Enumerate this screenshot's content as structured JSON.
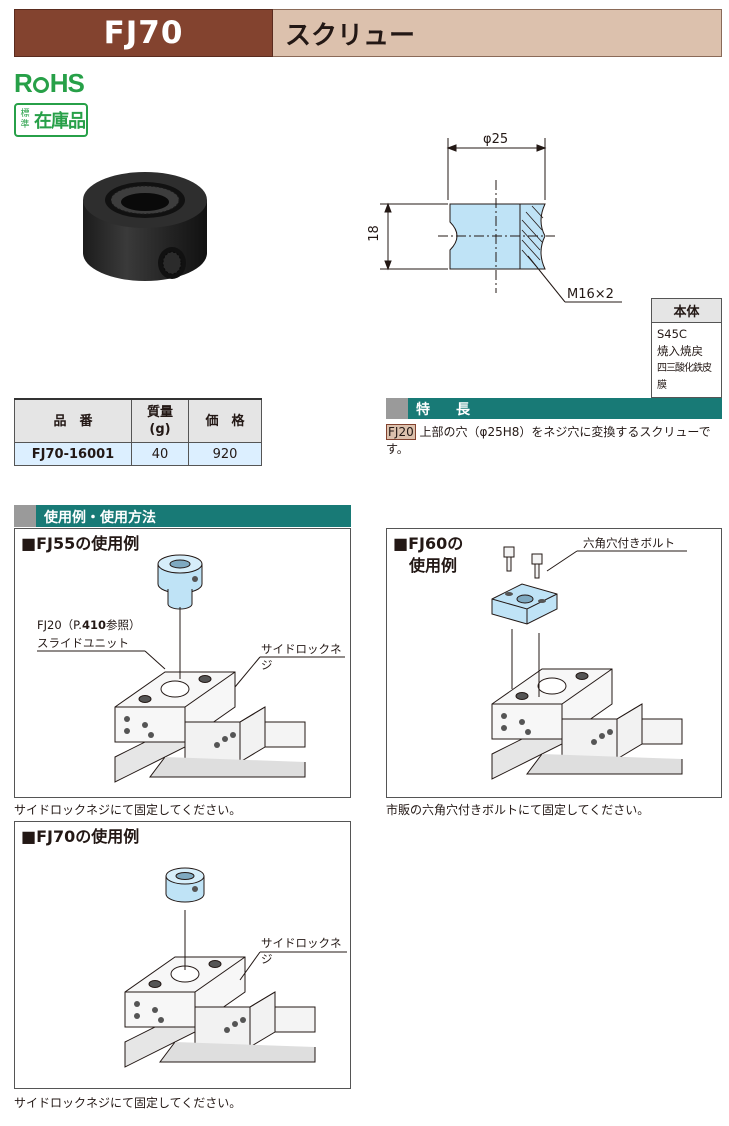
{
  "header": {
    "code": "FJ70",
    "name": "スクリュー"
  },
  "badges": {
    "rohs": "RoHS",
    "stock_small": "標準",
    "stock_big": "在庫品"
  },
  "drawing": {
    "dia": "φ25",
    "height": "18",
    "thread": "M16×2"
  },
  "material": {
    "title": "本体",
    "lines": [
      "S45C",
      "焼入焼戻",
      "四三酸化鉄皮膜"
    ]
  },
  "spec_table": {
    "headers": [
      "品　番",
      "質量\n(g)",
      "価　格"
    ],
    "rows": [
      {
        "part": "FJ70-16001",
        "mass": "40",
        "price": "920"
      }
    ]
  },
  "feature": {
    "title": "特　長",
    "tag": "FJ20",
    "text": "上部の穴（φ25H8）をネジ穴に変換するスクリューです。"
  },
  "usage": {
    "title": "使用例・使用方法",
    "fj55": {
      "title": "■FJ55の使用例",
      "label_fj20a": "FJ20（P.",
      "label_fj20b": "410",
      "label_fj20c": "参照）",
      "label_slide": "スライドユニット",
      "label_side": "サイドロックネジ",
      "caption": "サイドロックネジにて固定してください。"
    },
    "fj60": {
      "title1": "■FJ60の",
      "title2": "使用例",
      "label_bolt": "六角穴付きボルト",
      "caption": "市販の六角穴付きボルトにて固定してください。"
    },
    "fj70": {
      "title": "■FJ70の使用例",
      "label_side": "サイドロックネジ",
      "caption": "サイドロックネジにて固定してください。"
    }
  },
  "colors": {
    "brown": "#83432f",
    "tan": "#dcc1ad",
    "teal": "#187a76",
    "green": "#27a048",
    "lightblue": "#bfe3f6",
    "table_blue": "#dcefff"
  }
}
